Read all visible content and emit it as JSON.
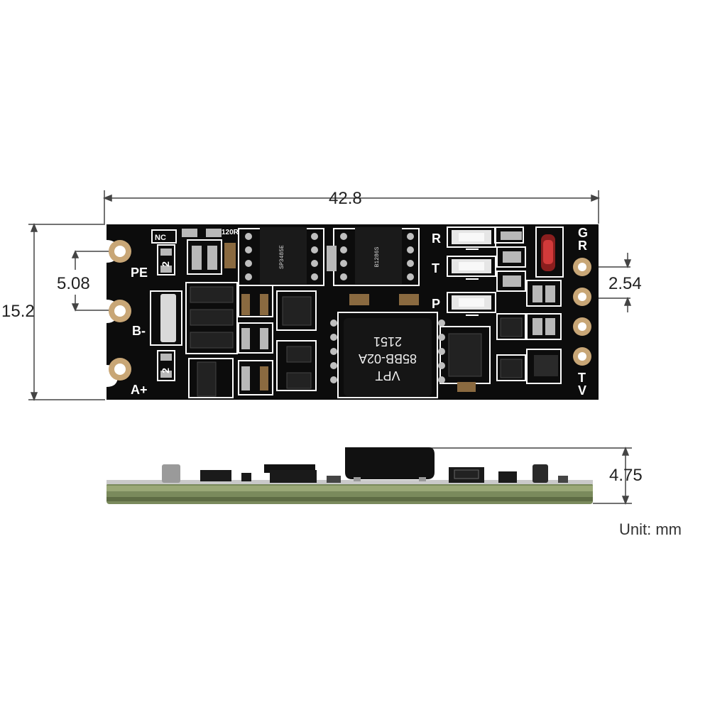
{
  "dimensions": {
    "length": "42.8",
    "height": "15.2",
    "pin_spacing_left": "5.08",
    "pin_spacing_right": "2.54",
    "thickness": "4.75",
    "unit_label": "Unit: mm"
  },
  "left_pins": [
    "PE",
    "B-",
    "A+"
  ],
  "right_labels": [
    "G",
    "R",
    "T",
    "V"
  ],
  "led_labels": [
    "R",
    "T",
    "P"
  ],
  "top_silk": {
    "nc": "NC",
    "r120": "120R"
  },
  "jumper_marks": [
    "2",
    "2"
  ],
  "transformer": {
    "line1": "VPT",
    "line2": "85BB-02A",
    "line3": "2151"
  },
  "colors": {
    "pcb": "#0c0c0c",
    "pad": "#c8a676",
    "copper_hole": "#e8c79a",
    "silkscreen": "#ffffff",
    "board_edge": "#7a8a5c",
    "dimension_line": "#333333"
  }
}
